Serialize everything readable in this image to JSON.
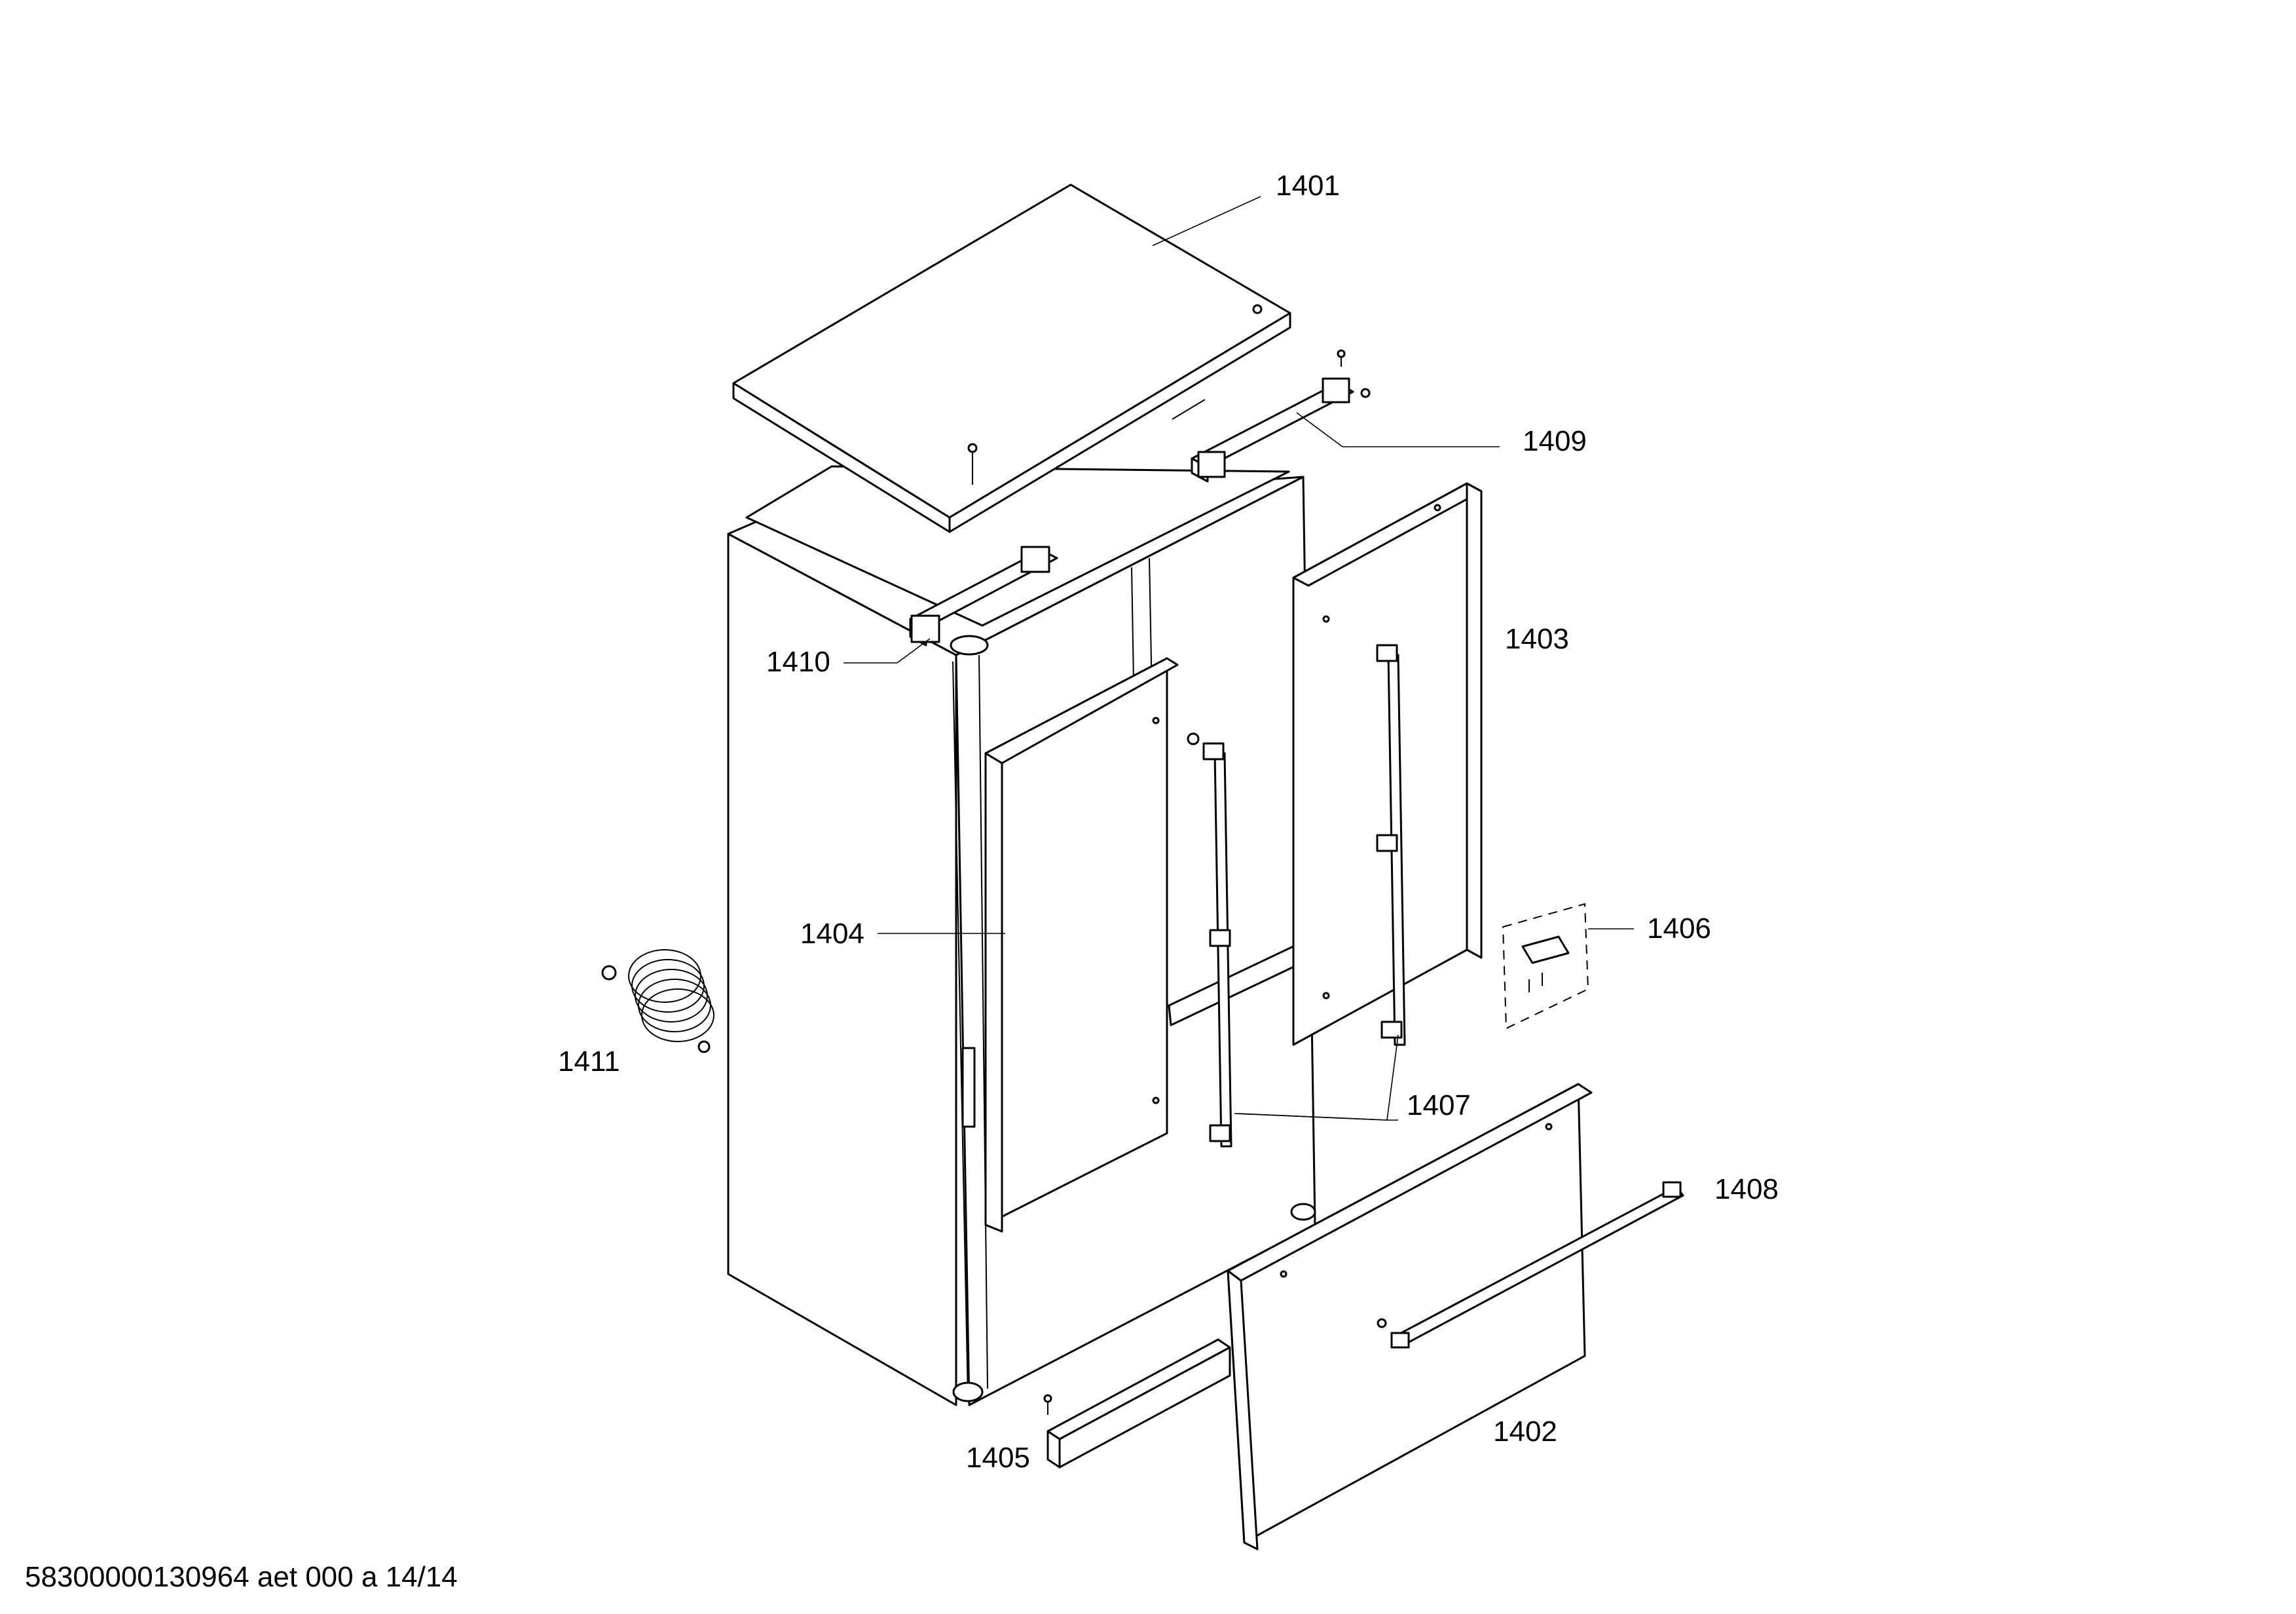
{
  "diagram": {
    "colors": {
      "line": "#000000",
      "background": "#ffffff"
    },
    "callouts": [
      {
        "id": "1401",
        "label": "1401"
      },
      {
        "id": "1402",
        "label": "1402"
      },
      {
        "id": "1403",
        "label": "1403"
      },
      {
        "id": "1404",
        "label": "1404"
      },
      {
        "id": "1405",
        "label": "1405"
      },
      {
        "id": "1406",
        "label": "1406"
      },
      {
        "id": "1407",
        "label": "1407"
      },
      {
        "id": "1408",
        "label": "1408"
      },
      {
        "id": "1409",
        "label": "1409"
      },
      {
        "id": "1410",
        "label": "1410"
      },
      {
        "id": "1411",
        "label": "1411"
      }
    ],
    "footer": {
      "document_id": "58300000130964 aet 000 a 14/14"
    }
  }
}
